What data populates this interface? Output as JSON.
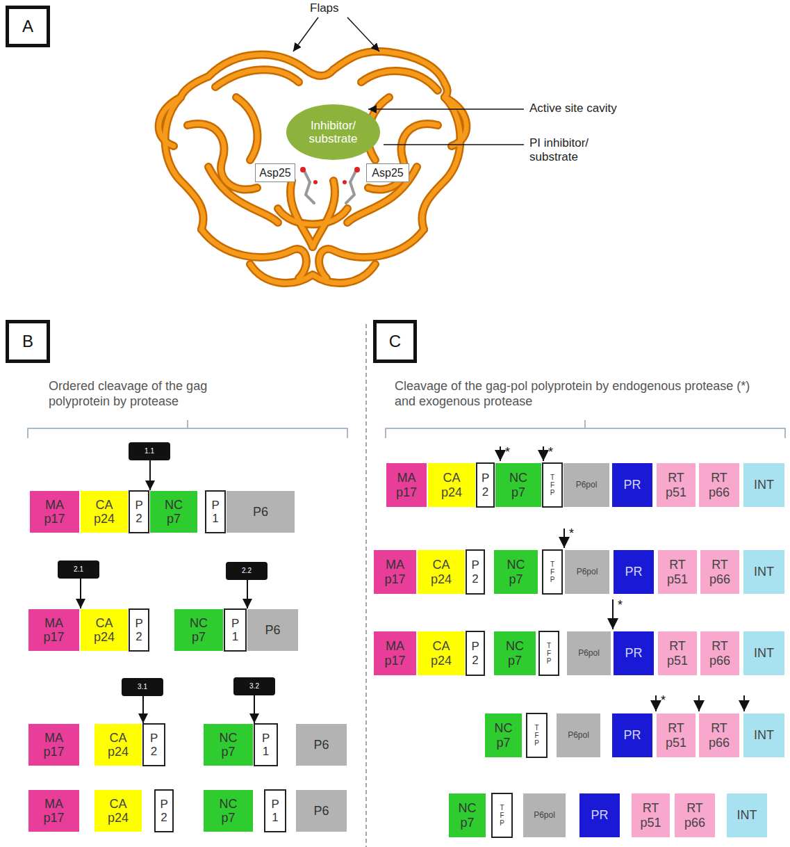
{
  "diagram": {
    "nodes": [
      {
        "text": [
          "A"
        ]
      },
      {
        "text": [
          "Inhibitor/ substrate"
        ]
      },
      {
        "text": [
          "Asp25"
        ]
      },
      {
        "text": [
          "Asp25"
        ]
      },
      {
        "text": [
          "B"
        ]
      },
      {
        "text": [
          "C"
        ]
      },
      {
        "text": [
          "1.1"
        ]
      },
      {
        "text": [
          "MA p17"
        ]
      },
      {
        "text": [
          "CA p24"
        ]
      },
      {
        "text": [
          "P 2"
        ]
      },
      {
        "text": [
          "NC p7"
        ]
      },
      {
        "text": [
          "P 1"
        ]
      },
      {
        "text": [
          "P6"
        ]
      },
      {
        "text": [
          "2.1"
        ]
      },
      {
        "text": [
          "2.2"
        ]
      },
      {
        "text": [
          "MA p17"
        ]
      },
      {
        "text": [
          "CA p24"
        ]
      },
      {
        "text": [
          "P 2"
        ]
      },
      {
        "text": [
          "NC p7"
        ]
      },
      {
        "text": [
          "P 1"
        ]
      },
      {
        "text": [
          "P6"
        ]
      },
      {
        "text": [
          "3.1"
        ]
      },
      {
        "text": [
          "3.2"
        ]
      },
      {
        "text": [
          "MA p17"
        ]
      },
      {
        "text": [
          "CA p24"
        ]
      },
      {
        "text": [
          "P 2"
        ]
      },
      {
        "text": [
          "NC p7"
        ]
      },
      {
        "text": [
          "P 1"
        ]
      },
      {
        "text": [
          "P6"
        ]
      },
      {
        "text": [
          "MA p17"
        ]
      },
      {
        "text": [
          "CA p24"
        ]
      },
      {
        "text": [
          "P 2"
        ]
      },
      {
        "text": [
          "NC p7"
        ]
      },
      {
        "text": [
          "P 1"
        ]
      },
      {
        "text": [
          "P6"
        ]
      },
      {
        "text": [
          "MA p17"
        ]
      },
      {
        "text": [
          "CA p24"
        ]
      },
      {
        "text": [
          "P 2"
        ]
      },
      {
        "text": [
          "NC p7"
        ]
      },
      {
        "text": [
          "T F P"
        ]
      },
      {
        "text": [
          "P6pol"
        ]
      },
      {
        "text": [
          "PR"
        ]
      },
      {
        "text": [
          "RT p51"
        ]
      },
      {
        "text": [
          "RT p66"
        ]
      },
      {
        "text": [
          "INT"
        ]
      },
      {
        "text": [
          "MA p17"
        ]
      },
      {
        "text": [
          "CA p24"
        ]
      },
      {
        "text": [
          "P 2"
        ]
      },
      {
        "text": [
          "NC p7"
        ]
      },
      {
        "text": [
          "T F P"
        ]
      },
      {
        "text": [
          "P6pol"
        ]
      },
      {
        "text": [
          "PR"
        ]
      },
      {
        "text": [
          "RT p51"
        ]
      },
      {
        "text": [
          "RT p66"
        ]
      },
      {
        "text": [
          "INT"
        ]
      },
      {
        "text": [
          "MA p17"
        ]
      },
      {
        "text": [
          "CA p24"
        ]
      },
      {
        "text": [
          "P 2"
        ]
      },
      {
        "text": [
          "NC p7"
        ]
      },
      {
        "text": [
          "T F P"
        ]
      },
      {
        "text": [
          "P6pol"
        ]
      },
      {
        "text": [
          "PR"
        ]
      },
      {
        "text": [
          "RT p51"
        ]
      },
      {
        "text": [
          "RT p66"
        ]
      },
      {
        "text": [
          "INT"
        ]
      },
      {
        "text": [
          "NC p7"
        ]
      },
      {
        "text": [
          "T F P"
        ]
      },
      {
        "text": [
          "P6pol"
        ]
      },
      {
        "text": [
          "PR"
        ]
      },
      {
        "text": [
          "RT p51"
        ]
      },
      {
        "text": [
          "RT p66"
        ]
      },
      {
        "text": [
          "INT"
        ]
      },
      {
        "text": [
          "NC p7"
        ]
      },
      {
        "text": [
          "T F P"
        ]
      },
      {
        "text": [
          "P6pol"
        ]
      },
      {
        "text": [
          "PR"
        ]
      },
      {
        "text": [
          "RT p51"
        ]
      },
      {
        "text": [
          "RT p66"
        ]
      },
      {
        "text": [
          "INT"
        ]
      }
    ],
    "edges": [
      {
        "from": 6,
        "to": 10,
        "arrow": "to"
      },
      {
        "from": 13,
        "to": 16,
        "arrow": "to"
      },
      {
        "from": 14,
        "to": 20,
        "arrow": "to"
      },
      {
        "from": 21,
        "to": 25,
        "arrow": "to"
      },
      {
        "from": 22,
        "to": 27,
        "arrow": "to"
      }
    ],
    "labels": [
      "Flaps",
      "Active site cavity",
      "PI inhibitor/ substrate",
      "Ordered cleavage of the gag polyprotein by protease",
      "Cleavage of the gag-pol polyprotein by endogenous protease (*) and exogenous protease",
      "*",
      "*",
      "*",
      "*",
      "*"
    ]
  }
}
